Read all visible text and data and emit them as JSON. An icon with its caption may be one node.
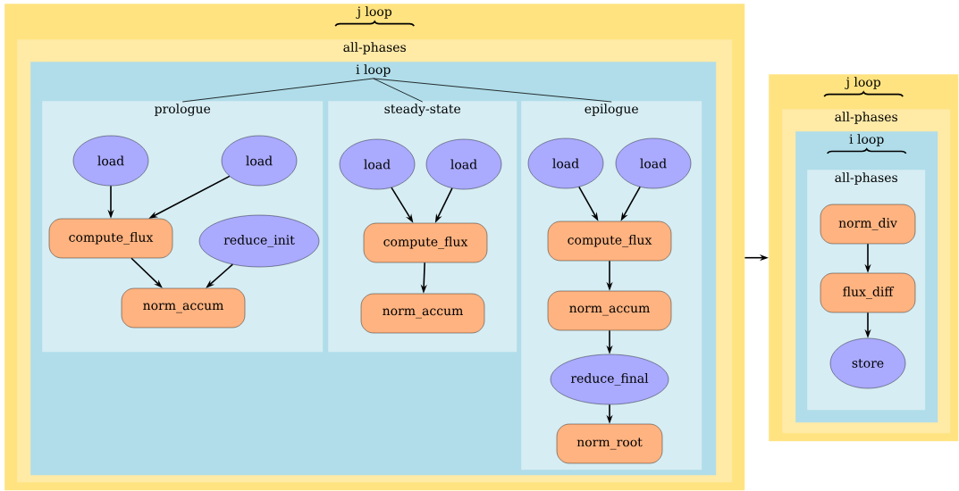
{
  "diagram": {
    "nodes": [
      {
        "text": [
          "j loop"
        ]
      },
      {
        "text": [
          "all-phases"
        ],
        "in": 0
      },
      {
        "text": [
          "i loop"
        ],
        "in": 1
      },
      {
        "text": [
          "prologue"
        ],
        "in": 2
      },
      {
        "text": [
          "load"
        ],
        "in": 3
      },
      {
        "text": [
          "load"
        ],
        "in": 3
      },
      {
        "text": [
          "compute_flux"
        ],
        "in": 3
      },
      {
        "text": [
          "reduce_init"
        ],
        "in": 3
      },
      {
        "text": [
          "norm_accum"
        ],
        "in": 3
      },
      {
        "text": [
          "steady-state"
        ],
        "in": 2
      },
      {
        "text": [
          "load"
        ],
        "in": 9
      },
      {
        "text": [
          "load"
        ],
        "in": 9
      },
      {
        "text": [
          "compute_flux"
        ],
        "in": 9
      },
      {
        "text": [
          "norm_accum"
        ],
        "in": 9
      },
      {
        "text": [
          "epilogue"
        ],
        "in": 2
      },
      {
        "text": [
          "load"
        ],
        "in": 14
      },
      {
        "text": [
          "load"
        ],
        "in": 14
      },
      {
        "text": [
          "compute_flux"
        ],
        "in": 14
      },
      {
        "text": [
          "norm_accum"
        ],
        "in": 14
      },
      {
        "text": [
          "reduce_final"
        ],
        "in": 14
      },
      {
        "text": [
          "norm_root"
        ],
        "in": 14
      },
      {
        "text": [
          "j loop"
        ]
      },
      {
        "text": [
          "all-phases"
        ],
        "in": 21
      },
      {
        "text": [
          "i loop"
        ],
        "in": 22
      },
      {
        "text": [
          "all-phases"
        ],
        "in": 23
      },
      {
        "text": [
          "norm_div"
        ],
        "in": 24
      },
      {
        "text": [
          "flux_diff"
        ],
        "in": 24
      },
      {
        "text": [
          "store"
        ],
        "in": 24
      }
    ],
    "edges": [
      {
        "from": 2,
        "to": 3,
        "arrow": "none"
      },
      {
        "from": 2,
        "to": 9,
        "arrow": "none"
      },
      {
        "from": 2,
        "to": 14,
        "arrow": "none"
      },
      {
        "from": 4,
        "to": 6,
        "arrow": "to"
      },
      {
        "from": 5,
        "to": 6,
        "arrow": "to"
      },
      {
        "from": 6,
        "to": 8,
        "arrow": "to"
      },
      {
        "from": 7,
        "to": 8,
        "arrow": "to"
      },
      {
        "from": 10,
        "to": 12,
        "arrow": "to"
      },
      {
        "from": 11,
        "to": 12,
        "arrow": "to"
      },
      {
        "from": 12,
        "to": 13,
        "arrow": "to"
      },
      {
        "from": 15,
        "to": 17,
        "arrow": "to"
      },
      {
        "from": 16,
        "to": 17,
        "arrow": "to"
      },
      {
        "from": 17,
        "to": 18,
        "arrow": "to"
      },
      {
        "from": 18,
        "to": 19,
        "arrow": "to"
      },
      {
        "from": 19,
        "to": 20,
        "arrow": "to"
      },
      {
        "from": 0,
        "to": 21,
        "arrow": "to"
      },
      {
        "from": 25,
        "to": 26,
        "arrow": "to"
      },
      {
        "from": 26,
        "to": 27,
        "arrow": "to"
      }
    ]
  }
}
